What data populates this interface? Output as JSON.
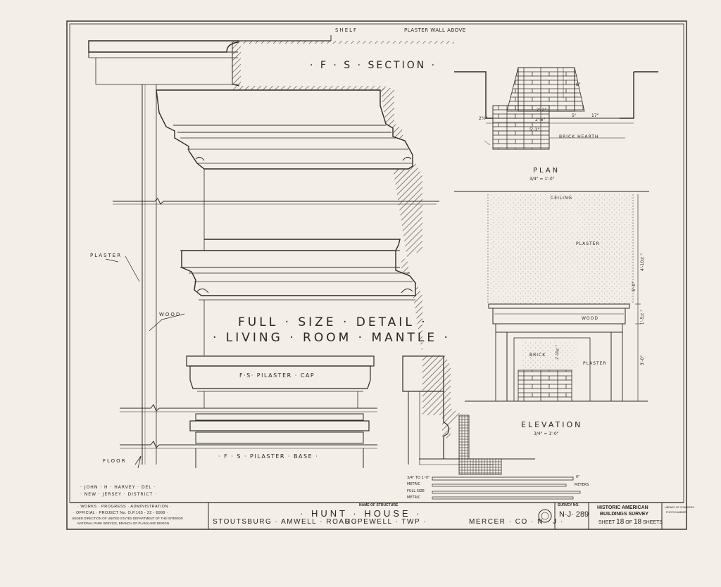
{
  "drawing": {
    "main_title_line1": "FULL · SIZE · DETAIL ·",
    "main_title_line2": "· LIVING · ROOM · MANTLE ·",
    "section_title": "· F · S · SECTION ·",
    "shelf_label": "SHELF",
    "plaster_wall_label": "PLASTER WALL ABOVE",
    "plaster_label": "PLASTER",
    "wood_label": "WOOD",
    "floor_label": "FLOOR",
    "pilaster_cap_label": "F·S· PILASTER · CAP",
    "pilaster_base_label": "· F · S · PILASTER · BASE ·",
    "plan_title": "PLAN",
    "plan_scale": "3/4\" = 1'-0\"",
    "plan_dims": [
      "8\"",
      "2'-2\"",
      "2'-6\"",
      "5'-3\"",
      "5\"",
      "17\"",
      "2¼\""
    ],
    "brick_hearth_label": "BRICK HEARTH",
    "elevation_title": "ELEVATION",
    "elevation_scale": "3/4\" = 1'-0\"",
    "ceiling_label": "CEILING",
    "elev_plaster_label": "PLASTER",
    "elev_wood_label": "WOOD",
    "brick_label": "BRICK",
    "elev_plaster2_label": "PLASTER",
    "elev_dims": [
      "4'-10½\"",
      "6'-0\"",
      "3'-0\"",
      "1'-5¾\"",
      "2'-10½\""
    ]
  },
  "scales": {
    "rows": [
      "3/4\" TO 1'-0\"",
      "METRIC",
      "FULL SIZE",
      "METRIC"
    ],
    "marks": [
      "0\"",
      "METERS"
    ]
  },
  "delineator": {
    "line1": "· JOHN · H · HARVEY · DEL ·",
    "line2": "· NEW · JERSEY · DISTRICT ·"
  },
  "title_block": {
    "wpa_line1": "· WORKS · PROGRESS · ADMINISTRATION ·",
    "wpa_line2": "· OFFICIAL · PROJECT No. O.P.165 - 22 - 6999 ·",
    "wpa_line3": "UNDER DIRECTION OF UNITED STATES DEPARTMENT OF THE INTERIOR",
    "wpa_line4": "NATIONAL PARK SERVICE, BRANCH OF PLANS AND DESIGN",
    "name_of_structure_label": "NAME OF STRUCTURE",
    "structure_name": "· HUNT · HOUSE ·",
    "location_road": "STOUTSBURG · AMWELL · ROAD ·",
    "location_twp": "HOPEWELL · TWP ·",
    "location_county": "MERCER · CO · N · J ·",
    "survey_no_label": "SURVEY NO.",
    "survey_no": "N·J· 289",
    "habs_line1": "HISTORIC AMERICAN",
    "habs_line2": "BUILDINGS SURVEY",
    "sheet_prefix": "SHEET",
    "sheet_number": "18",
    "sheet_of": "OF",
    "sheet_total": "18",
    "sheet_suffix": "SHEETS",
    "loc_line1": "LIBRARY OF CONGRESS",
    "loc_line2": "PHOTO NUMBER"
  }
}
